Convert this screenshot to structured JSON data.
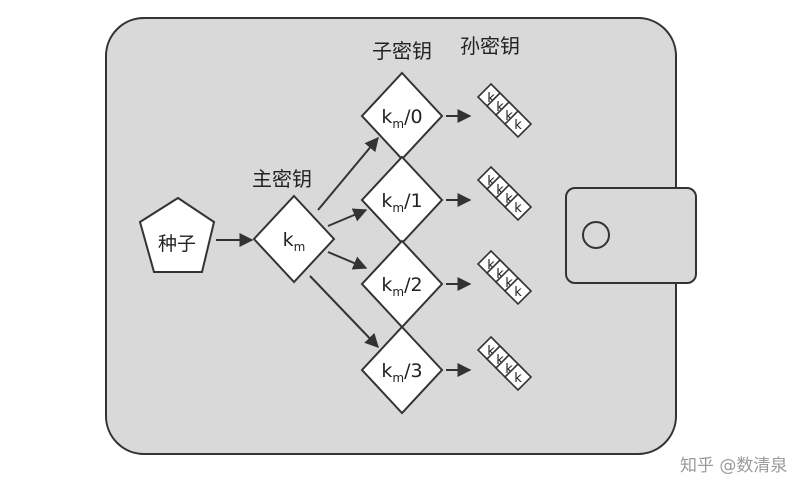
{
  "labels": {
    "child_keys": "子密钥",
    "grandchild_keys": "孙密钥",
    "master_key": "主密钥"
  },
  "seed": {
    "text": "种子"
  },
  "master": {
    "base": "k",
    "sub": "m"
  },
  "children": [
    {
      "base": "k",
      "sub": "m",
      "suffix": "/0"
    },
    {
      "base": "k",
      "sub": "m",
      "suffix": "/1"
    },
    {
      "base": "k",
      "sub": "m",
      "suffix": "/2"
    },
    {
      "base": "k",
      "sub": "m",
      "suffix": "/3"
    }
  ],
  "grandchild_key_letter": "k",
  "watermark": "知乎 @数清泉",
  "colors": {
    "wallet_fill": "#d9d9d9",
    "stroke": "#333333",
    "node_fill": "#ffffff",
    "page_bg": "#ffffff"
  }
}
